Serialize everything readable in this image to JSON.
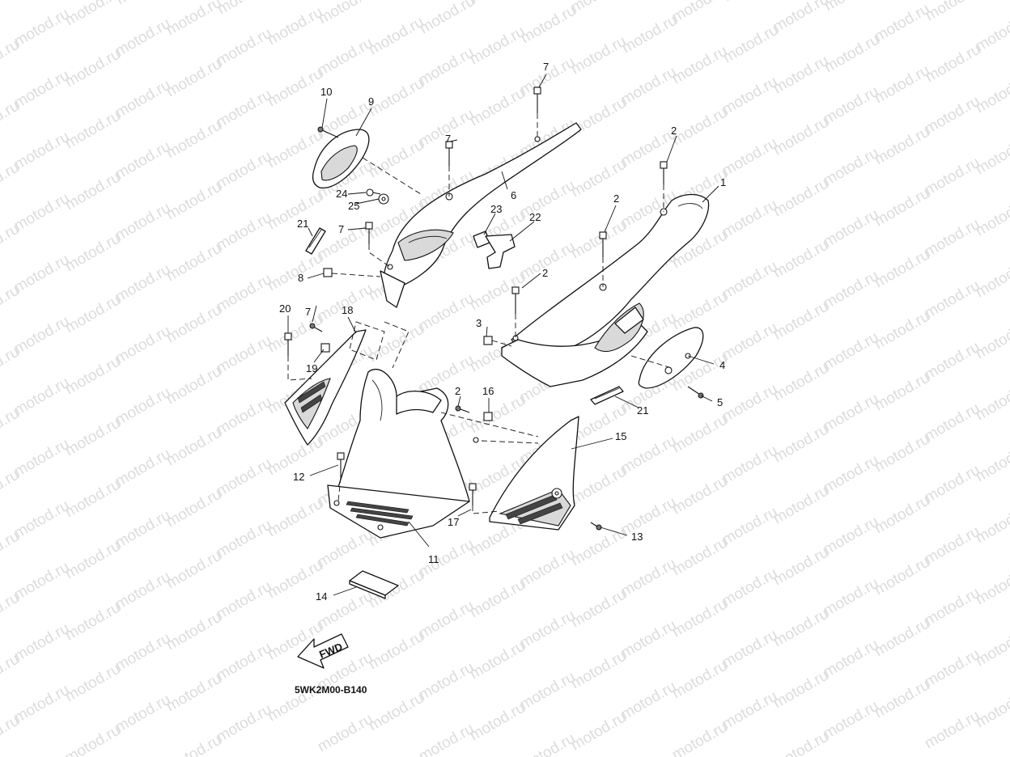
{
  "watermark": {
    "text": "motod.ru"
  },
  "drawing": {
    "code": "5WK2M00-B140",
    "fwd_label": "FWD"
  },
  "callouts": [
    "1",
    "2",
    "2",
    "2",
    "2",
    "3",
    "4",
    "5",
    "6",
    "7",
    "7",
    "7",
    "7",
    "8",
    "9",
    "10",
    "11",
    "12",
    "13",
    "14",
    "15",
    "16",
    "17",
    "18",
    "19",
    "20",
    "21",
    "21",
    "22",
    "23",
    "24",
    "25"
  ]
}
